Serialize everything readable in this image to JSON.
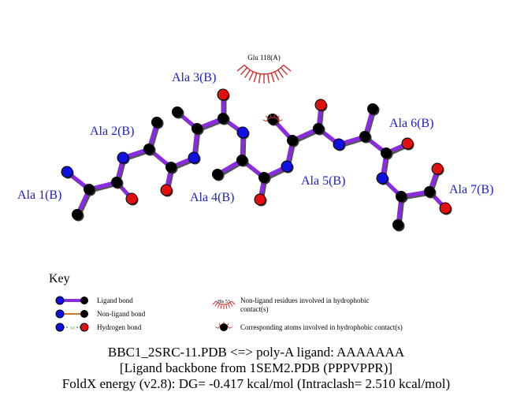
{
  "residue_labels": [
    {
      "id": "ala1",
      "text": "Ala 1(B)"
    },
    {
      "id": "ala2",
      "text": "Ala 2(B)"
    },
    {
      "id": "ala3",
      "text": "Ala 3(B)"
    },
    {
      "id": "ala4",
      "text": "Ala 4(B)"
    },
    {
      "id": "ala5",
      "text": "Ala 5(B)"
    },
    {
      "id": "ala6",
      "text": "Ala 6(B)"
    },
    {
      "id": "ala7",
      "text": "Ala 7(B)"
    }
  ],
  "hydrophobic_residue": {
    "label": "Glu 118(A)"
  },
  "key": {
    "title": "Key",
    "ligand_bond": "Ligand bond",
    "non_ligand_bond": "Non-ligand bond",
    "hydrogen_bond": "Hydrogen bond",
    "hbond_distance": "3.0",
    "sample_residue": "His 53",
    "hydrophobic_residues_line1": "Non-ligand residues involved in hydrophobic",
    "hydrophobic_residues_line2": "contact(s)",
    "hydrophobic_atoms": "Corresponding atoms involved in hydrophobic contact(s)"
  },
  "caption": {
    "line1": "BBC1_2SRC-11.PDB <=> poly-A ligand: AAAAAAA",
    "line2": "[Ligand backbone from 1SEM2.PDB (PPPVPPR)]",
    "line3": "FoldX energy (v2.8): DG= -0.417 kcal/mol (Intraclash= 2.510 kcal/mol)"
  },
  "colors": {
    "ligand_bond": "#8a2be2",
    "non_ligand_bond": "#c87a2a",
    "hydrogen_bond": "#2e8b2e",
    "carbon": "#000000",
    "nitrogen": "#1010e0",
    "oxygen": "#e01010",
    "hydrophobic": "#c83232",
    "residue_label": "#2020c0"
  }
}
